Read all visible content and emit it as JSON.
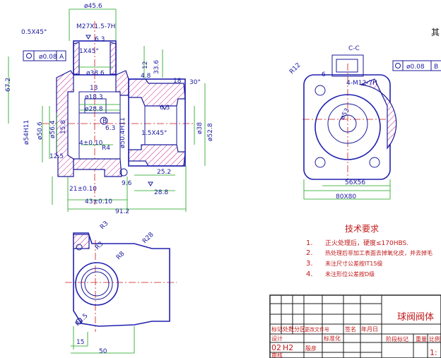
{
  "section_label": "C-C",
  "top_right_char": "其",
  "tech_req": {
    "title": "技术要求",
    "items": [
      {
        "num": "1.",
        "text": "正火处理后，硬度≤170HBS."
      },
      {
        "num": "2.",
        "text": "热处理后非加工表面去掉氧化皮，并去掉毛"
      },
      {
        "num": "3.",
        "text": "未注尺寸公差按IT15级"
      },
      {
        "num": "4.",
        "text": "未注形位公差按D级"
      }
    ]
  },
  "title_block": {
    "part_name": "球阀阀体",
    "header_row": [
      "标记",
      "处数",
      "分区",
      "更改文件号",
      "签名",
      "年月日"
    ],
    "row_design": [
      "设计",
      "标准化"
    ],
    "row_values": [
      "02",
      "H2",
      "殷彦"
    ],
    "row_check": "审核",
    "stage_labels": [
      "阶段标记",
      "重量",
      "比例"
    ],
    "scale_partial": "1:"
  },
  "dims_main": {
    "d45_6": "ø45.6",
    "chamfer_top": "0.5X45°",
    "thread_top": "M27X1.5-7H",
    "ra_top": "6.3",
    "chamfer2": "1X45°",
    "tol_flat": "ø0.08",
    "tol_letter": "A",
    "d38": "ø38.6",
    "d33_6": "33.6",
    "d67_2": "67.2",
    "d12": "12",
    "d4_8": "4.8",
    "d18": "18",
    "d30": "30°",
    "d13": "13",
    "d18_3": "ø18.3",
    "d28_8": "ø28.8",
    "d54h11": "ø54H11",
    "d50_6": "ø50.6",
    "d56_4": "ø56.4",
    "d15_8": "15.8",
    "d4": "4±0.10",
    "d12_5": "12.5",
    "d6_3": "6.3",
    "d50h11": "ø50.4H11",
    "chamfer3": "1.5X45°",
    "d38_2": "ø38",
    "d52_8": "ø52.8",
    "ra_right": "6.3",
    "d25_2": "25.2",
    "d21": "21±0.10",
    "d9_6": "9.6",
    "d28_8b": "28.8",
    "d43": "43±0.10",
    "d91_2": "91.2",
    "r4": "R4",
    "b_label": "B"
  },
  "dims_cc": {
    "r12": "R12",
    "d6": "6",
    "m12": "4-M12-7H",
    "tol": "ø0.08",
    "tol_letter": "B",
    "d53": "ø53",
    "d56": "56X56",
    "d80": "80X80"
  },
  "dims_bottom": {
    "r3a": "R3",
    "r3b": "R3",
    "r8": "R8",
    "r28": "R28",
    "r2": "R2.5",
    "d15": "15",
    "d50": "50"
  }
}
